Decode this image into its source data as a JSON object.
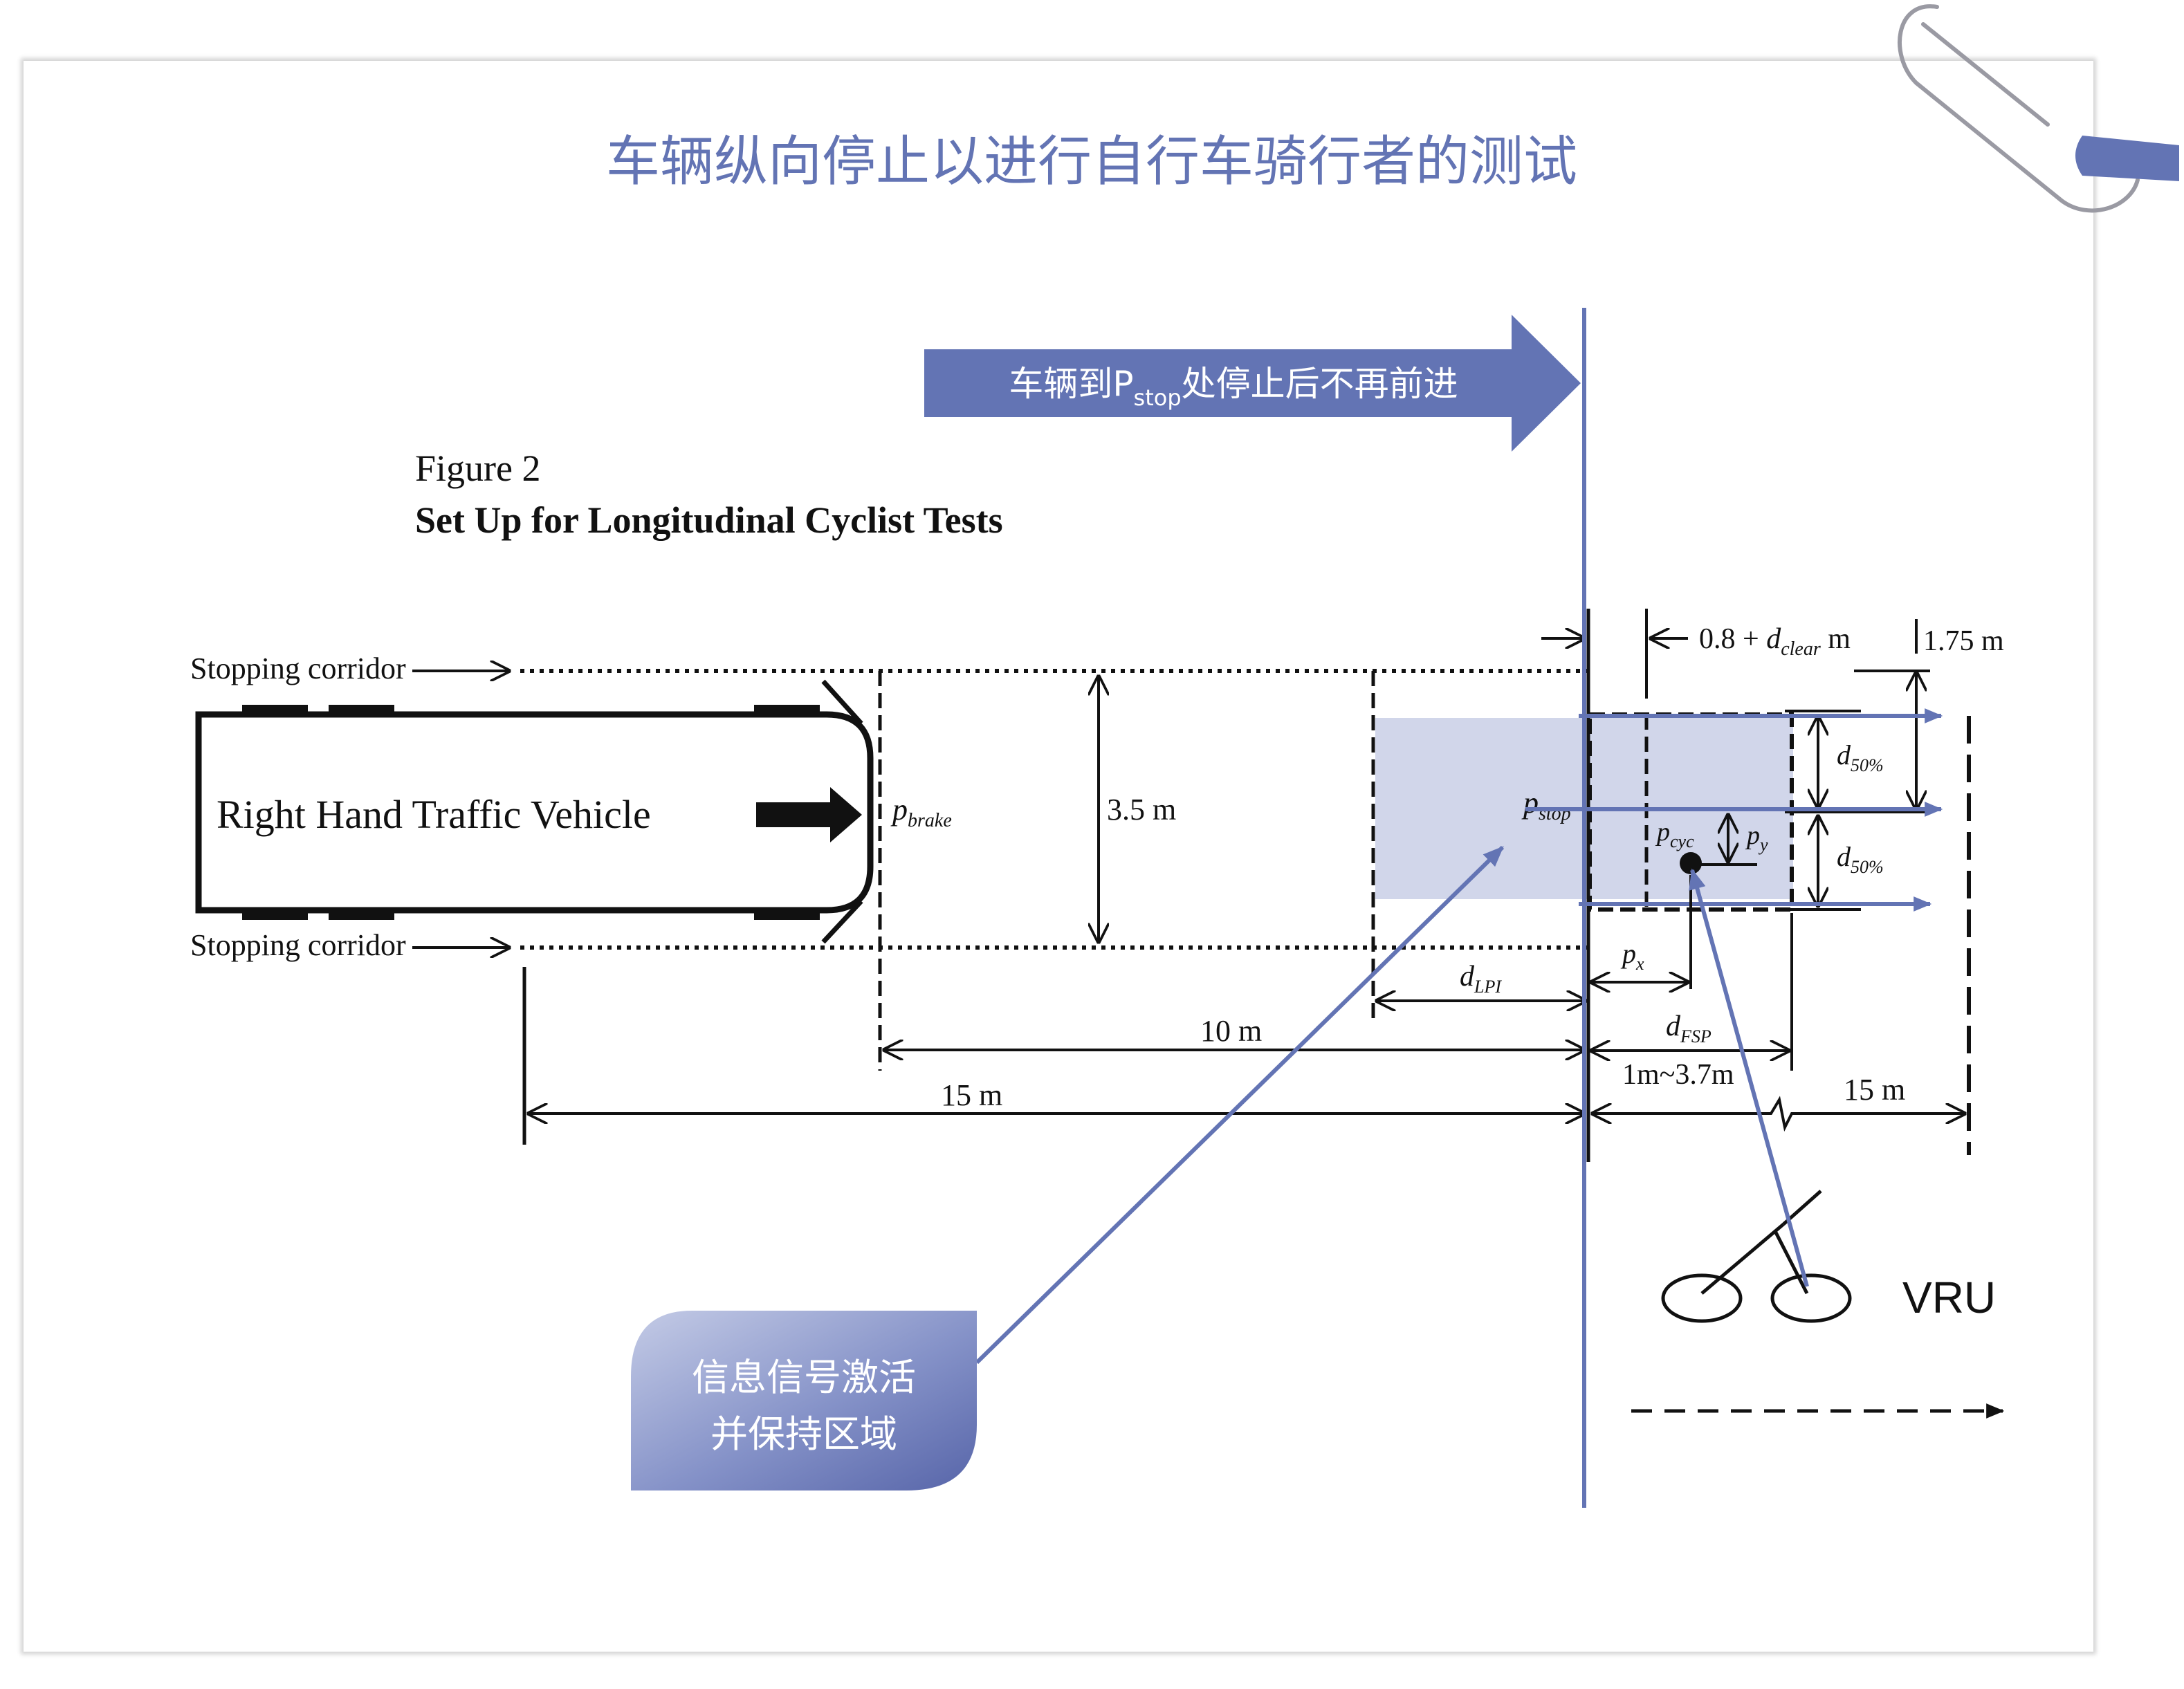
{
  "title": "车辆纵向停止以进行自行车骑行者的测试",
  "banner": {
    "text_before": "车辆到P",
    "text_sub": "stop",
    "text_after": "处停止后不再前进"
  },
  "figure": {
    "label": "Figure 2",
    "caption": "Set Up for Longitudinal Cyclist Tests"
  },
  "labels": {
    "stopping_corridor_top": "Stopping corridor",
    "stopping_corridor_bottom": "Stopping corridor",
    "vehicle": "Right Hand Traffic Vehicle",
    "p_brake_main": "p",
    "p_brake_sub": "brake",
    "width_3_5": "3.5 m",
    "p_stop_main": "p",
    "p_stop_sub": "stop",
    "clear_prefix": "0.8 + ",
    "clear_d": "d",
    "clear_sub": "clear",
    "clear_suffix": " m",
    "width_1_75": "1.75 m",
    "d50_top_main": "d",
    "d50_top_sub": "50%",
    "d50_bottom_main": "d",
    "d50_bottom_sub": "50%",
    "p_cyc_main": "p",
    "p_cyc_sub": "cyc",
    "p_y_main": "p",
    "p_y_sub": "y",
    "p_x_main": "p",
    "p_x_sub": "x",
    "d_lpi_main": "d",
    "d_lpi_sub": "LPI",
    "d_fsp_main": "d",
    "d_fsp_sub": "FSP",
    "range_fsp": "1m~3.7m",
    "dist_10": "10 m",
    "dist_15_left": "15 m",
    "dist_15_right": "15 m",
    "vru": "VRU"
  },
  "callout": {
    "line1": "信息信号激活",
    "line2": "并保持区域"
  },
  "colors": {
    "accent": "#6374b4",
    "zone_fill": "#d1d6ea",
    "ink": "#111111"
  }
}
